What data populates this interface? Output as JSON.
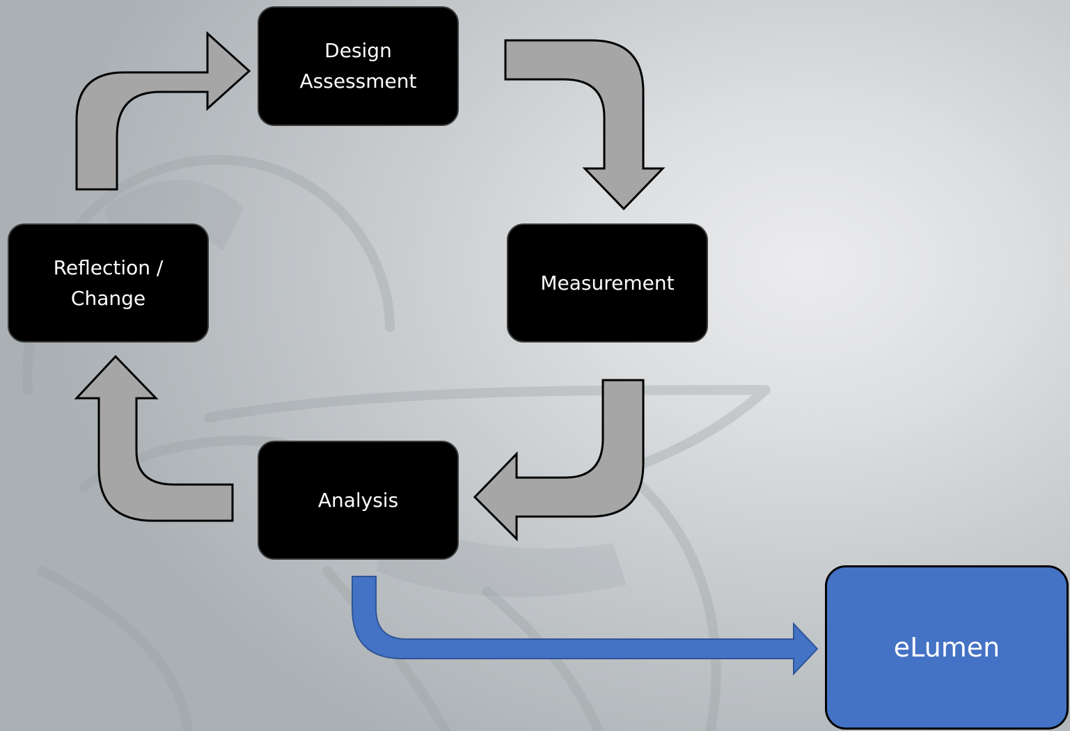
{
  "colors": {
    "process_box": "#000000",
    "process_arrow": "#a6a6a6",
    "output_box": "#4472c4",
    "output_arrow": "#4472c4"
  },
  "nodes": {
    "design_assessment": {
      "label": "Design\nAssessment"
    },
    "measurement": {
      "label": "Measurement"
    },
    "analysis": {
      "label": "Analysis"
    },
    "reflection_change": {
      "label": "Reflection /\nChange"
    },
    "elumen": {
      "label": "eLumen"
    }
  },
  "edges": [
    {
      "from": "design_assessment",
      "to": "measurement"
    },
    {
      "from": "measurement",
      "to": "analysis"
    },
    {
      "from": "analysis",
      "to": "reflection_change"
    },
    {
      "from": "reflection_change",
      "to": "design_assessment"
    },
    {
      "from": "analysis",
      "to": "elumen"
    }
  ]
}
